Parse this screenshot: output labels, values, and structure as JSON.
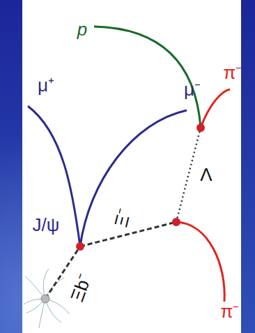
{
  "diagram": {
    "labels": [
      "p",
      "μ⁺",
      "μ⁻",
      "π⁻",
      "Λ",
      "Ξ⁻",
      "J/ψ",
      "Ξb⁻",
      "π⁻"
    ]
  }
}
